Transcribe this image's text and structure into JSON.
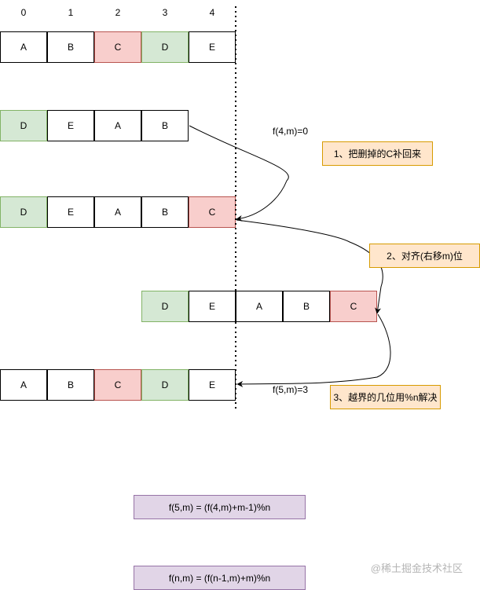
{
  "indices": [
    "0",
    "1",
    "2",
    "3",
    "4"
  ],
  "rows": [
    {
      "name": "row-initial",
      "cells": [
        {
          "label": "A",
          "style": "plain"
        },
        {
          "label": "B",
          "style": "plain"
        },
        {
          "label": "C",
          "style": "red"
        },
        {
          "label": "D",
          "style": "green"
        },
        {
          "label": "E",
          "style": "plain"
        }
      ]
    },
    {
      "name": "row-after-delete",
      "cells": [
        {
          "label": "D",
          "style": "green"
        },
        {
          "label": "E",
          "style": "plain"
        },
        {
          "label": "A",
          "style": "plain"
        },
        {
          "label": "B",
          "style": "plain"
        }
      ]
    },
    {
      "name": "row-restored",
      "cells": [
        {
          "label": "D",
          "style": "green"
        },
        {
          "label": "E",
          "style": "plain"
        },
        {
          "label": "A",
          "style": "plain"
        },
        {
          "label": "B",
          "style": "plain"
        },
        {
          "label": "C",
          "style": "red"
        }
      ]
    },
    {
      "name": "row-shifted",
      "cells": [
        {
          "label": "D",
          "style": "green"
        },
        {
          "label": "E",
          "style": "plain"
        },
        {
          "label": "A",
          "style": "plain"
        },
        {
          "label": "B",
          "style": "plain"
        },
        {
          "label": "C",
          "style": "red"
        }
      ]
    },
    {
      "name": "row-final",
      "cells": [
        {
          "label": "A",
          "style": "plain"
        },
        {
          "label": "B",
          "style": "plain"
        },
        {
          "label": "C",
          "style": "red"
        },
        {
          "label": "D",
          "style": "green"
        },
        {
          "label": "E",
          "style": "plain"
        }
      ]
    }
  ],
  "labels": {
    "f4": "f(4,m)=0",
    "f5": "f(5,m)=3"
  },
  "notes": {
    "step1": "1、把删掉的C补回来",
    "step2": "2、对齐(右移m)位",
    "step3": "3、越界的几位用%n解决"
  },
  "formulas": {
    "specific": "f(5,m) = (f(4,m)+m-1)%n",
    "general": "f(n,m) = (f(n-1,m)+m)%n"
  },
  "watermark": "@稀土掘金技术社区",
  "colors": {
    "red_fill": "#f8cecc",
    "green_fill": "#d5e8d4",
    "note_fill": "#ffe6cc",
    "formula_fill": "#e1d5e7"
  }
}
